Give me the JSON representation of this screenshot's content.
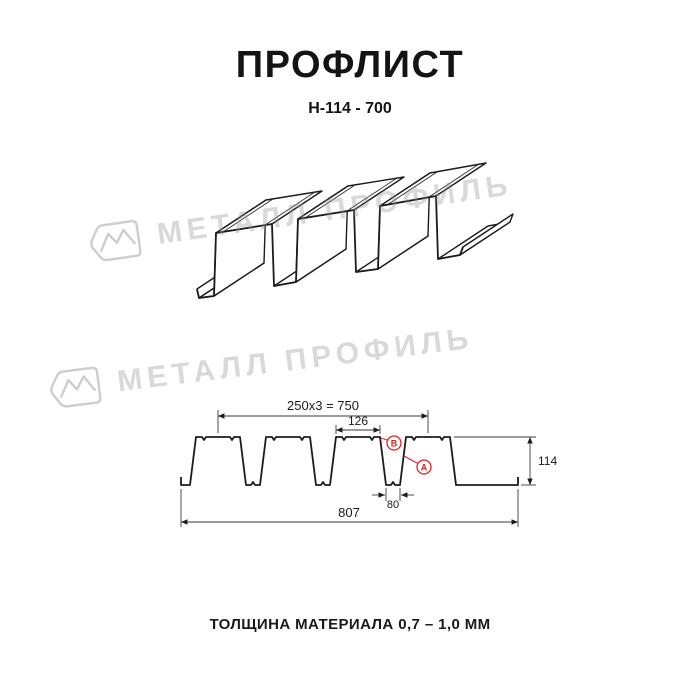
{
  "header": {
    "title": "ПРОФЛИСТ",
    "subtitle": "Н-114 - 700"
  },
  "watermark": {
    "brand": "МЕТАЛЛ ПРОФИЛЬ"
  },
  "diagram": {
    "dim_pitch": "250x3 = 750",
    "dim_top_flange": "126",
    "dim_height": "114",
    "dim_valley": "80",
    "dim_overall": "807",
    "callout_a": "А",
    "callout_b": "В"
  },
  "footer": {
    "note": "ТОЛЩИНА МАТЕРИАЛА 0,7 – 1,0 ММ"
  },
  "colors": {
    "accent": "#e31e24",
    "line": "#1c1c1c"
  }
}
